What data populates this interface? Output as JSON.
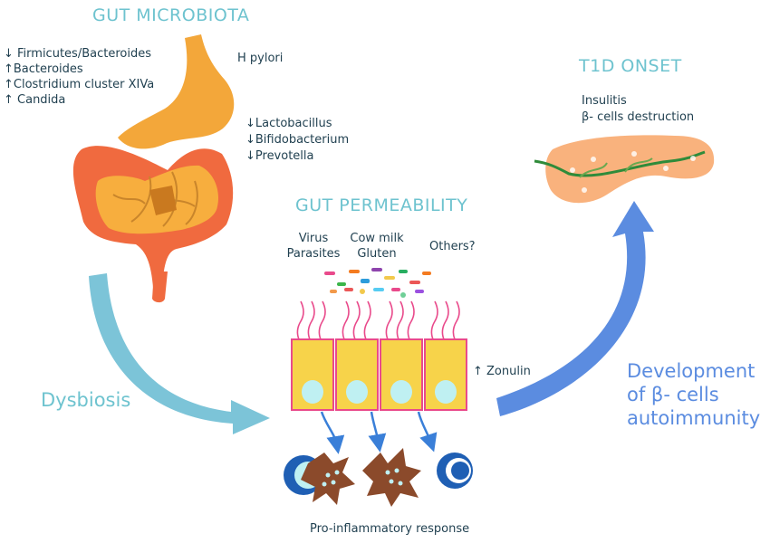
{
  "sections": {
    "gut_microbiota": "GUT MICROBIOTA",
    "gut_permeability": "GUT PERMEABILITY",
    "t1d_onset": "T1D ONSET"
  },
  "microbiota_changes": [
    "↓ Firmicutes/Bacteroides",
    "↑Bacteroides",
    "↑Clostridium cluster XIVa",
    "↑ Candida"
  ],
  "h_pylori": "H pylori",
  "decreased_bacteria": [
    "↓Lactobacillus",
    "↓Bifidobacterium",
    "↓Prevotella"
  ],
  "triggers": {
    "virus_parasites": [
      "Virus",
      "Parasites"
    ],
    "cow_milk_gluten": [
      "Cow milk",
      "Gluten"
    ],
    "others": "Others?"
  },
  "zonulin": "↑ Zonulin",
  "t1d_effects": [
    "Insulitis",
    "β- cells  destruction"
  ],
  "dysbiosis": "Dysbiosis",
  "autoimmunity": [
    "Development",
    "of β- cells",
    "autoimmunity"
  ],
  "response": "Pro-inflammatory response",
  "colors": {
    "heading": "#6ec3cf",
    "dysbiosis_arrow": "#7cc4d8",
    "autoimmunity_arrow": "#5b8ce0",
    "intestine": "#f06a3f",
    "stomach": "#f3a73a",
    "pancreas": "#f9b27d",
    "epithelial_cell": "#f7d34a"
  }
}
